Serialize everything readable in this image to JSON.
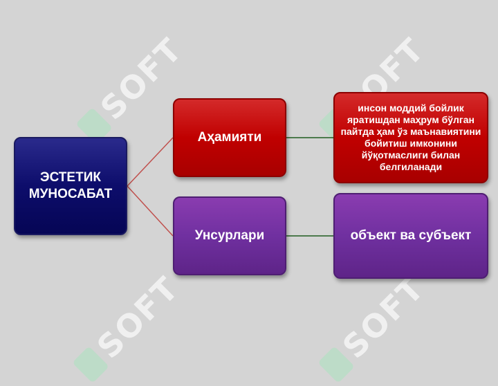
{
  "watermark": {
    "text": "SOFT"
  },
  "diagram": {
    "root": {
      "label": "ЭСТЕТИК МУНОСАБАТ"
    },
    "branches": [
      {
        "label": "Аҳамияти",
        "detail": "инсон моддий бойлик яратишдан маҳрум бўлган пайтда ҳам ўз маънавиятини бойитиш имконини йўқотмаслиги билан белгиланади"
      },
      {
        "label": "Унсурлари",
        "detail": "объект ва субъект"
      }
    ]
  },
  "colors": {
    "background": "#d4d4d4",
    "root": "#0d0d6b",
    "red": "#c00000",
    "purple": "#7030a0",
    "connector_red": "#c0504d",
    "connector_green": "#1e5c1e"
  }
}
